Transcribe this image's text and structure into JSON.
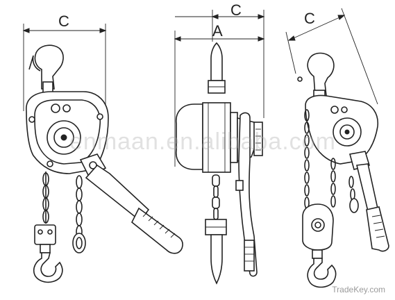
{
  "dimensions": {
    "front_view": "C",
    "side_view_outer": "C",
    "side_view_inner": "A",
    "angled_view": "C"
  },
  "watermark": "enmaan.en.alibaba.com",
  "credit": "TradeKey.com",
  "colors": {
    "line": "#222222",
    "background": "#ffffff",
    "watermark": "#aaaaaa"
  }
}
